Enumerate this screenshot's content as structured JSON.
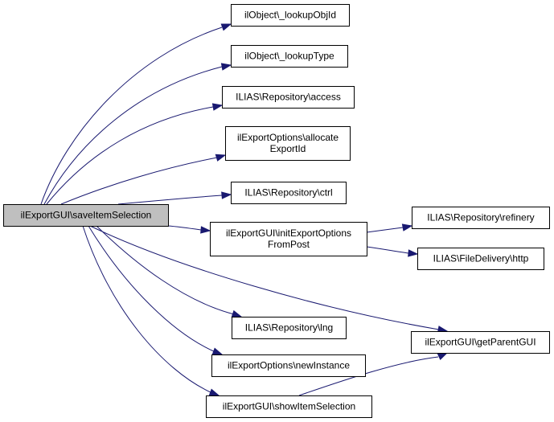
{
  "diagram": {
    "type": "call-graph",
    "edge_color": "#191970",
    "root_fill": "#bfbfbf",
    "node_fill": "#ffffff",
    "nodes": [
      {
        "id": "root",
        "lines": [
          "ilExportGUI\\saveItemSelection"
        ],
        "root": true
      },
      {
        "id": "lookupObjId",
        "lines": [
          "ilObject\\_lookupObjId"
        ]
      },
      {
        "id": "lookupType",
        "lines": [
          "ilObject\\_lookupType"
        ]
      },
      {
        "id": "access",
        "lines": [
          "ILIAS\\Repository\\access"
        ]
      },
      {
        "id": "allocateExportId",
        "lines": [
          "ilExportOptions\\allocate",
          "ExportId"
        ]
      },
      {
        "id": "ctrl",
        "lines": [
          "ILIAS\\Repository\\ctrl"
        ]
      },
      {
        "id": "initExportOptionsFromPost",
        "lines": [
          "ilExportGUI\\initExportOptions",
          "FromPost"
        ]
      },
      {
        "id": "refinery",
        "lines": [
          "ILIAS\\Repository\\refinery"
        ]
      },
      {
        "id": "http",
        "lines": [
          "ILIAS\\FileDelivery\\http"
        ]
      },
      {
        "id": "lng",
        "lines": [
          "ILIAS\\Repository\\lng"
        ]
      },
      {
        "id": "getParentGUI",
        "lines": [
          "ilExportGUI\\getParentGUI"
        ]
      },
      {
        "id": "newInstance",
        "lines": [
          "ilExportOptions\\newInstance"
        ]
      },
      {
        "id": "showItemSelection",
        "lines": [
          "ilExportGUI\\showItemSelection"
        ]
      }
    ],
    "edges": [
      {
        "from": "root",
        "to": "lookupObjId"
      },
      {
        "from": "root",
        "to": "lookupType"
      },
      {
        "from": "root",
        "to": "access"
      },
      {
        "from": "root",
        "to": "allocateExportId"
      },
      {
        "from": "root",
        "to": "ctrl"
      },
      {
        "from": "root",
        "to": "initExportOptionsFromPost"
      },
      {
        "from": "root",
        "to": "getParentGUI"
      },
      {
        "from": "root",
        "to": "lng"
      },
      {
        "from": "root",
        "to": "newInstance"
      },
      {
        "from": "root",
        "to": "showItemSelection"
      },
      {
        "from": "initExportOptionsFromPost",
        "to": "refinery"
      },
      {
        "from": "initExportOptionsFromPost",
        "to": "http"
      },
      {
        "from": "showItemSelection",
        "to": "getParentGUI"
      }
    ]
  }
}
